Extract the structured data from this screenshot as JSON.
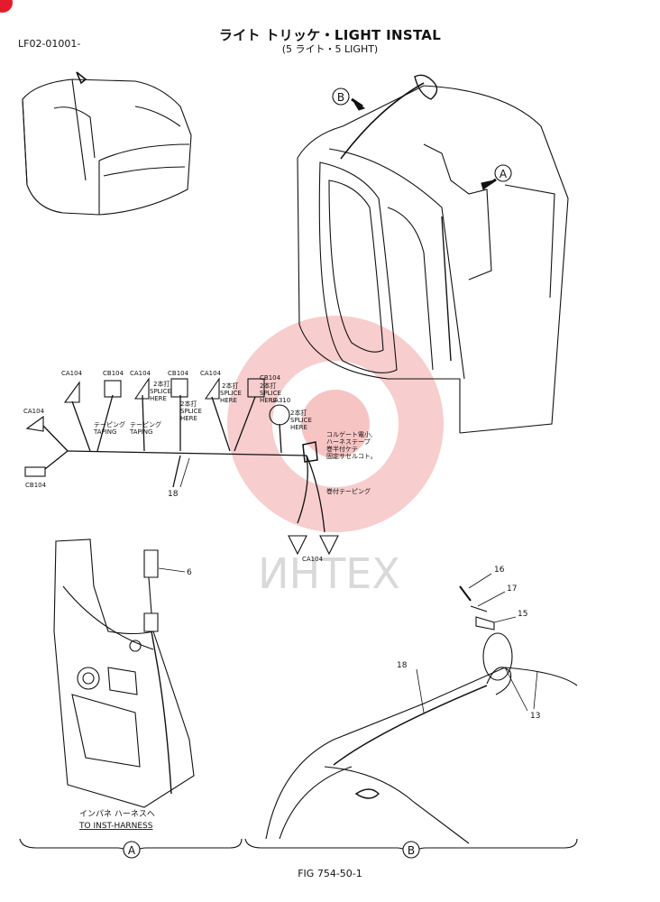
{
  "header": {
    "title": "ライト トリッケ・LIGHT INSTAL",
    "subtitle": "(5 ライト・5 LIGHT)",
    "doc_code": "LF02-01001-"
  },
  "figure_caption": "FIG 754-50-1",
  "watermark": {
    "text": "ИНТЕХ",
    "color": "#f3b6b6"
  },
  "views": {
    "a": "A",
    "b": "B"
  },
  "arrows": {
    "a": "A",
    "b": "B"
  },
  "harness": {
    "connectors": {
      "ca104_left": "CA104",
      "cb104_bottom": "CB104",
      "ca104_1": "CA104",
      "cb104_1": "CB104",
      "ca104_2": "CA104",
      "cb104_2": "CB104",
      "ca104_3": "CA104",
      "cb104_3": "CB104",
      "la310": "LA310",
      "ca104_bottom": "CA104"
    },
    "splice_text": [
      "2本打",
      "SPLICE",
      "HERE"
    ],
    "taping_jp": "テーピング",
    "taping_en": "TAPING",
    "note_corrugate": [
      "コルゲート電小,",
      "ハーネステープ",
      "巻半付ケテ",
      "固定サセルコト。"
    ],
    "note_taping2": "巻付テーピング",
    "part_18": "18"
  },
  "parts": {
    "p6": "6",
    "p13": "13",
    "p15": "15",
    "p16": "16",
    "p17": "17",
    "p18": "18"
  },
  "view_a_note": {
    "jp": "インパネ ハーネスへ",
    "en": "TO INST-HARNESS"
  },
  "colors": {
    "line": "#111111",
    "watermark": "#f3b6b6",
    "accent": "#e41b2c"
  }
}
